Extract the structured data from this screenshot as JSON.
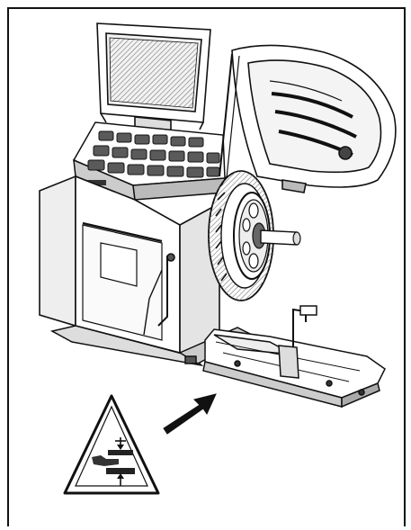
{
  "figure": {
    "subject": "wheel balancer",
    "warning_symbol": "crush-hazard-triangle",
    "pointer": "arrow-to-base",
    "colors": {
      "line": "#111111",
      "background": "#ffffff",
      "shade": "#d9d9d9",
      "dark": "#3a3a3a"
    }
  }
}
